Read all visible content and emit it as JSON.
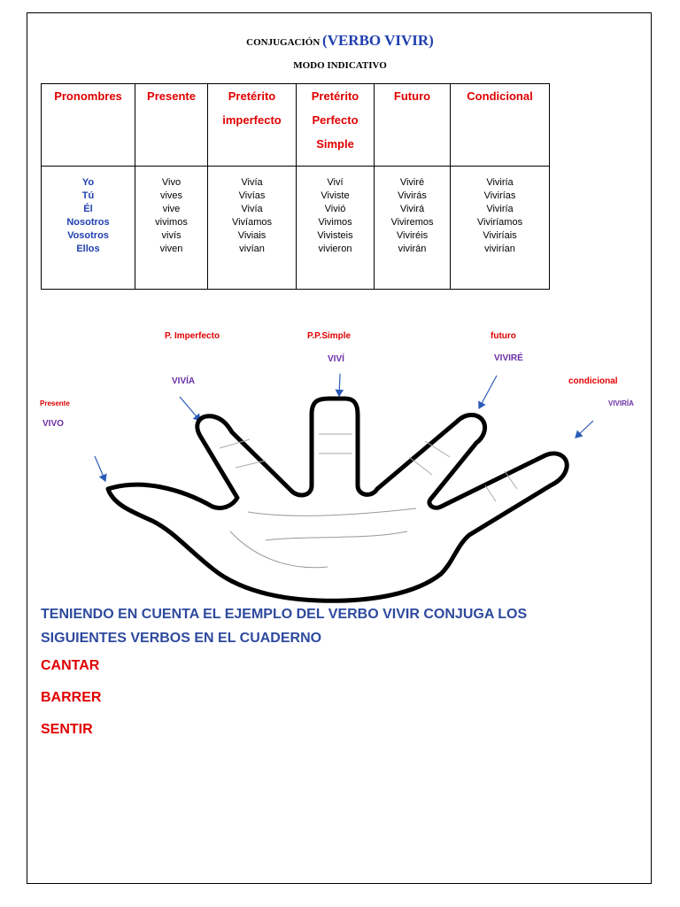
{
  "header": {
    "title_prefix": "CONJUGACIÓN",
    "title_verb": "(VERBO VIVIR)",
    "subtitle": "MODO INDICATIVO"
  },
  "table": {
    "headers": [
      [
        "Pronombres"
      ],
      [
        "Presente"
      ],
      [
        "Pretérito",
        "imperfecto"
      ],
      [
        "Pretérito",
        "Perfecto",
        "Simple"
      ],
      [
        "Futuro"
      ],
      [
        "Condicional"
      ]
    ],
    "pronouns": [
      "Yo",
      "Tú",
      "Él",
      "Nosotros",
      "Vosotros",
      "Ellos"
    ],
    "columns": [
      [
        "Vivo",
        "vives",
        "vive",
        "vivimos",
        "vivís",
        "viven"
      ],
      [
        "Vivía",
        "Vivías",
        "Vivía",
        "Vivíamos",
        "Viviais",
        "vivían"
      ],
      [
        "Viví",
        "Viviste",
        "Vivió",
        "Vivimos",
        "Vivisteis",
        "vivieron"
      ],
      [
        "Viviré",
        "Vivirás",
        "Vivirá",
        "Viviremos",
        "Viviréis",
        "vivirán"
      ],
      [
        "Viviría",
        "Vivirías",
        "Viviría",
        "Viviríamos",
        "Viviríais",
        "vivirían"
      ]
    ]
  },
  "hand_labels": {
    "presente": "Presente",
    "vivo": "VIVO",
    "imperfecto": "P. Imperfecto",
    "vivia": "VIVÍA",
    "pp_simple": "P.P.Simple",
    "vivi": "VIVÍ",
    "futuro": "futuro",
    "vivire": "VIVIRÉ",
    "condicional": "condicional",
    "viviria": "VIVIRÍA"
  },
  "instructions": {
    "line1": "TENIENDO EN CUENTA EL EJEMPLO DEL VERBO VIVIR CONJUGA LOS",
    "line2": "SIGUIENTES VERBOS EN EL CUADERNO"
  },
  "tasks": [
    "CANTAR",
    "BARRER",
    "SENTIR"
  ],
  "colors": {
    "red": "#e00000",
    "blue": "#1f3fb0",
    "purple": "#6b2fa6",
    "instruction_blue": "#2e4a9e"
  }
}
